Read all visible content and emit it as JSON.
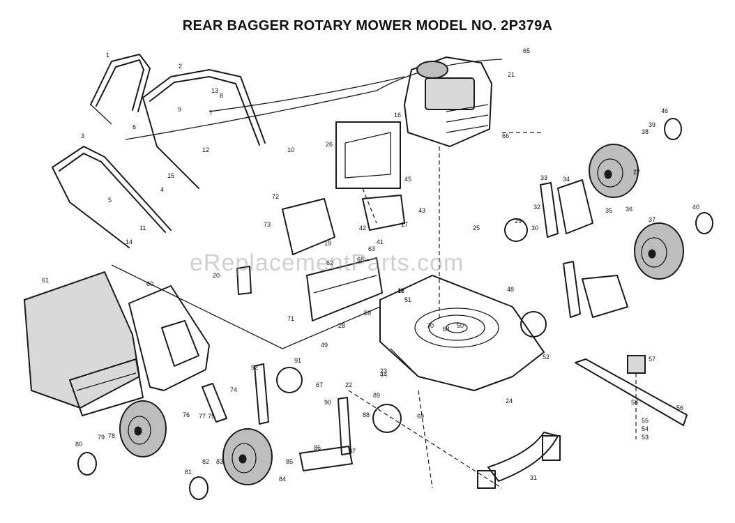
{
  "title": "REAR BAGGER ROTARY MOWER MODEL NO. 2P379A",
  "watermark": "eReplacementParts.com",
  "callouts": [
    "1",
    "2",
    "3",
    "4",
    "5",
    "6",
    "7",
    "8",
    "9",
    "10",
    "11",
    "12",
    "13",
    "14",
    "15",
    "16",
    "17",
    "18",
    "19",
    "20",
    "21",
    "22",
    "23",
    "24",
    "25",
    "26",
    "27",
    "28",
    "29",
    "30",
    "31",
    "32",
    "33",
    "34",
    "35",
    "36",
    "37",
    "38",
    "39",
    "40",
    "41",
    "42",
    "43",
    "44",
    "45",
    "46",
    "47",
    "48",
    "49",
    "50",
    "51",
    "52",
    "53",
    "54",
    "55",
    "56",
    "57",
    "58",
    "59",
    "60",
    "61",
    "62",
    "63",
    "64",
    "65",
    "66",
    "67",
    "68",
    "69",
    "70",
    "71",
    "72",
    "73",
    "74",
    "75",
    "76",
    "77",
    "78",
    "79",
    "80",
    "81",
    "82",
    "83",
    "84",
    "85",
    "86",
    "87",
    "88",
    "89",
    "90",
    "91",
    "92"
  ]
}
